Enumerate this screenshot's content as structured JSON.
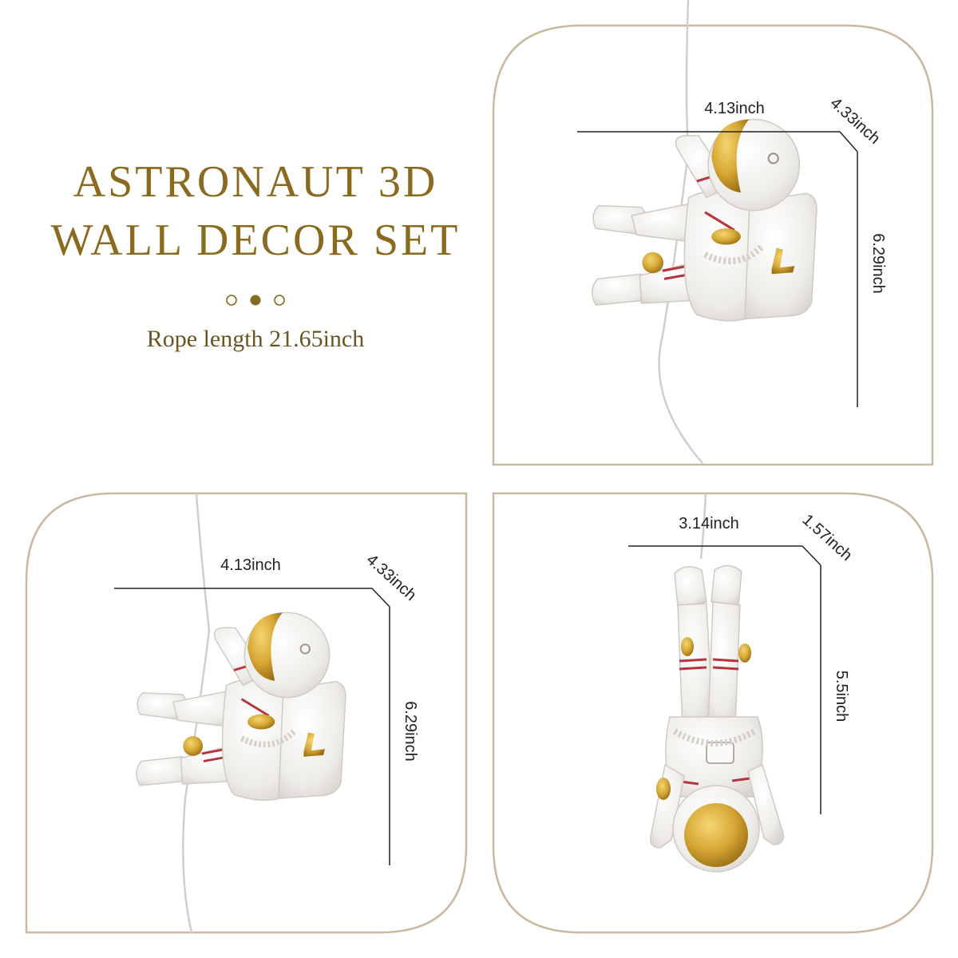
{
  "header": {
    "title_line1": "ASTRONAUT 3D",
    "title_line2": "WALL DECOR SET",
    "subtitle": "Rope length 21.65inch",
    "page_dots": 3,
    "active_dot": 2
  },
  "panels": [
    {
      "name": "panel-top-right",
      "width_label": "4.13inch",
      "depth_label": "4.33inch",
      "height_label": "6.29inch"
    },
    {
      "name": "panel-bottom-left",
      "width_label": "4.13inch",
      "depth_label": "4.33inch",
      "height_label": "6.29inch"
    },
    {
      "name": "panel-bottom-right",
      "width_label": "3.14inch",
      "depth_label": "1.57inch",
      "height_label": "5.5inch"
    }
  ],
  "colors": {
    "gold": "#c89a2a",
    "title": "#8a6a1f",
    "frame": "#c9b9a0",
    "stripe": "#b8323f",
    "suit": "#f5f3f0"
  }
}
